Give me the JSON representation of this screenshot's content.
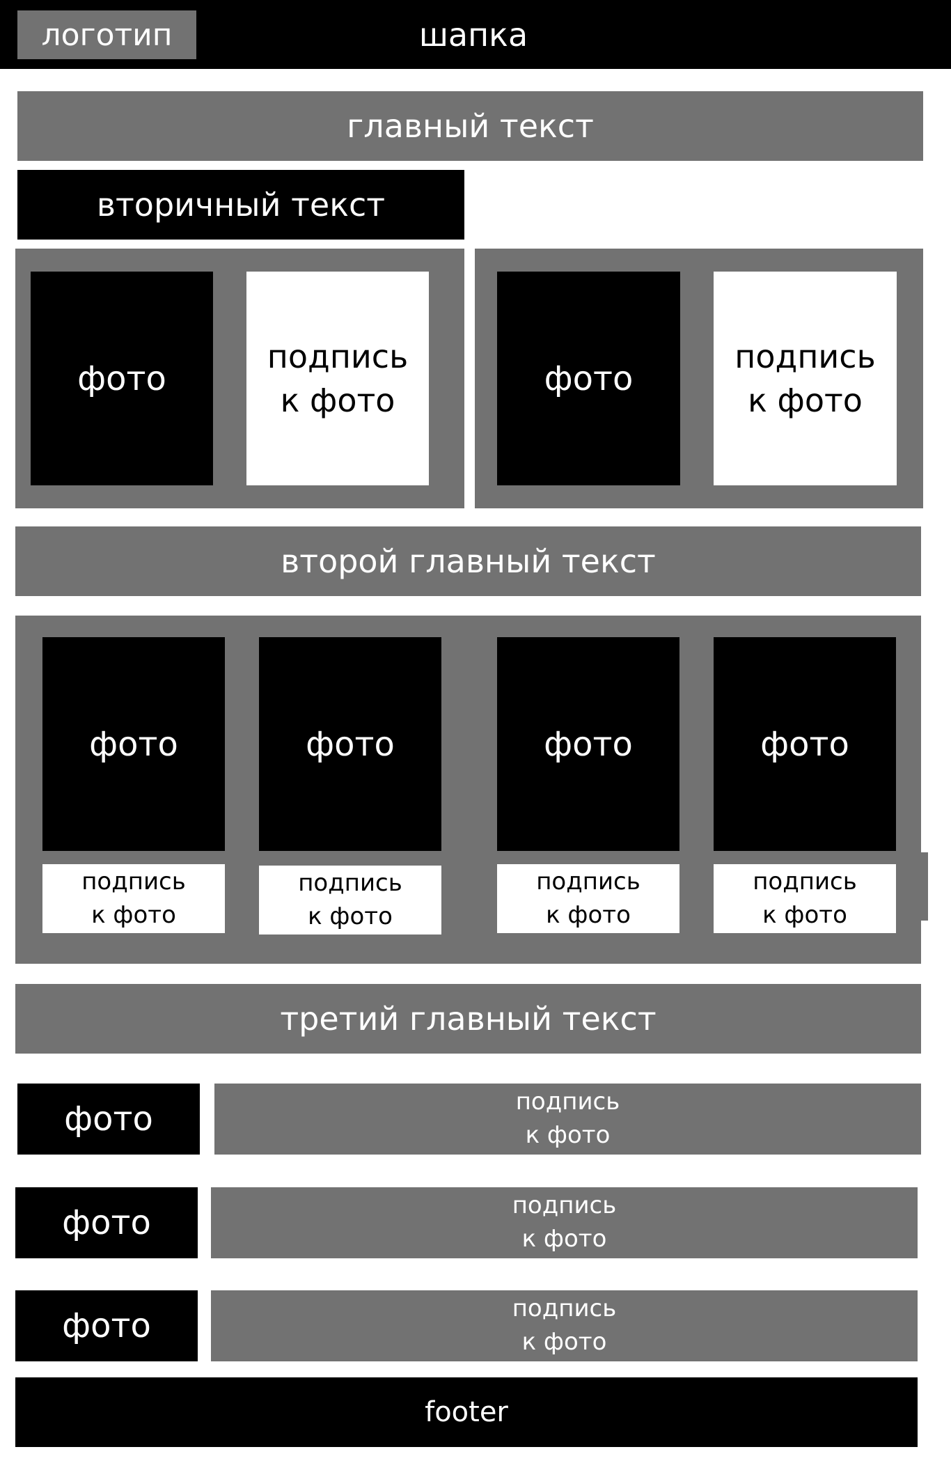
{
  "header": {
    "logo": "логотип",
    "title": "шапка"
  },
  "main_text": "главный текст",
  "secondary_text": "вторичный текст",
  "section1": {
    "cards": [
      {
        "photo": "фото",
        "caption_line1": "подпись",
        "caption_line2": "к фото"
      },
      {
        "photo": "фото",
        "caption_line1": "подпись",
        "caption_line2": "к фото"
      }
    ]
  },
  "second_main_text": "второй главный текст",
  "section2": {
    "cards": [
      {
        "photo": "фото",
        "caption_line1": "подпись",
        "caption_line2": "к фото"
      },
      {
        "photo": "фото",
        "caption_line1": "подпись",
        "caption_line2": "к фото"
      },
      {
        "photo": "фото",
        "caption_line1": "подпись",
        "caption_line2": "к фото"
      },
      {
        "photo": "фото",
        "caption_line1": "подпись",
        "caption_line2": "к фото"
      }
    ]
  },
  "third_main_text": "третий главный текст",
  "section3": {
    "rows": [
      {
        "photo": "фото",
        "caption_line1": "подпись",
        "caption_line2": "к фото"
      },
      {
        "photo": "фото",
        "caption_line1": "подпись",
        "caption_line2": "к фото"
      },
      {
        "photo": "фото",
        "caption_line1": "подпись",
        "caption_line2": "к фото"
      }
    ]
  },
  "footer": "footer",
  "colors": {
    "black": "#000000",
    "gray": "#727272",
    "white": "#ffffff"
  }
}
